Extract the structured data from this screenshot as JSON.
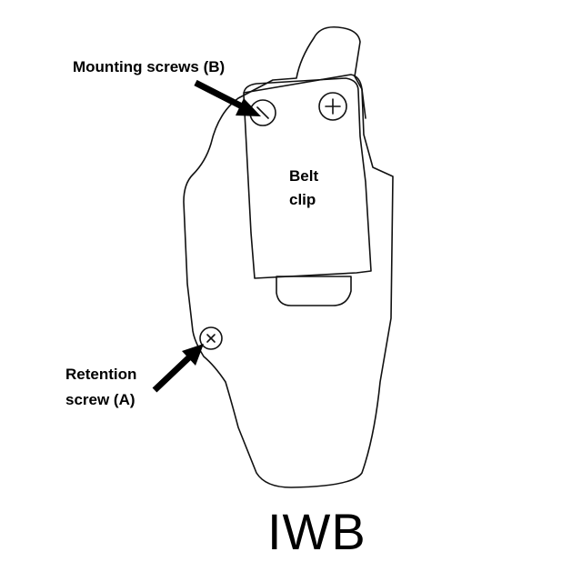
{
  "title": "IWB",
  "labels": {
    "mounting_screws": "Mounting screws (B)",
    "belt_clip_line1": "Belt",
    "belt_clip_line2": "clip",
    "retention_line1": "Retention",
    "retention_line2": "screw (A)"
  },
  "colors": {
    "ink": "#000000",
    "background": "#ffffff"
  }
}
